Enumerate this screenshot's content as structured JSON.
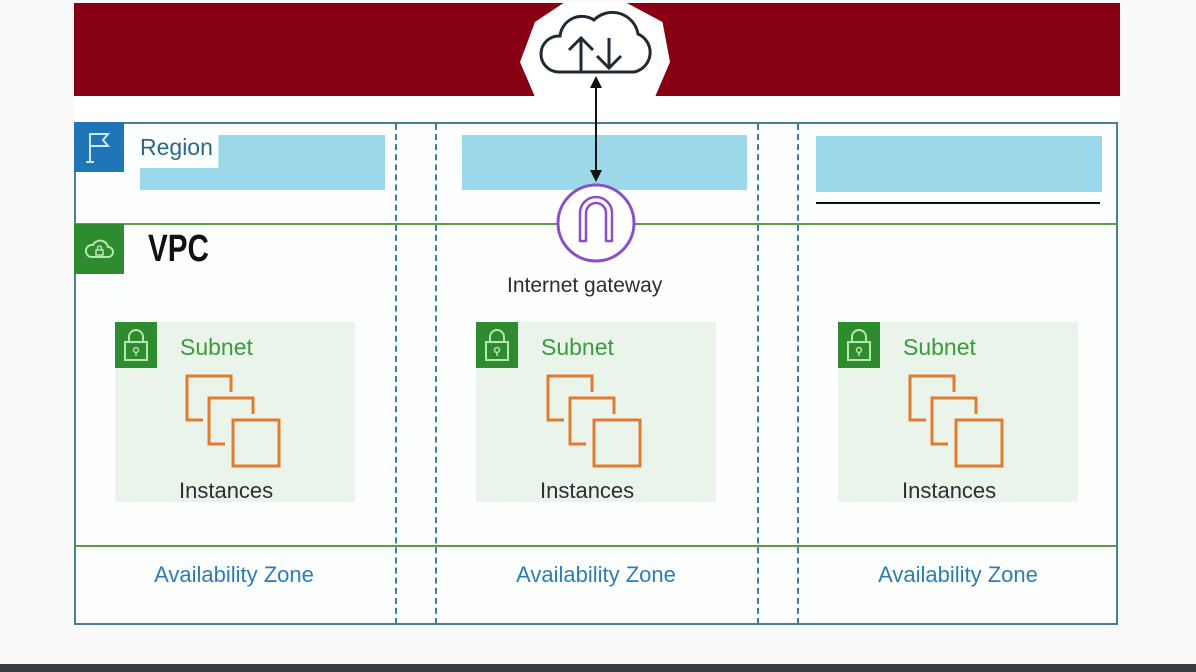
{
  "diagram": {
    "region": {
      "label": "Region",
      "icon": "flag-icon"
    },
    "vpc": {
      "label": "VPC",
      "icon": "cloud-lock-icon"
    },
    "internet": {
      "icon": "cloud-upload-download-icon"
    },
    "gateway": {
      "label": "Internet gateway",
      "icon": "internet-gateway-icon"
    },
    "zones": [
      {
        "subnet_label": "Subnet",
        "instances_label": "Instances",
        "az_label": "Availability Zone"
      },
      {
        "subnet_label": "Subnet",
        "instances_label": "Instances",
        "az_label": "Availability Zone"
      },
      {
        "subnet_label": "Subnet",
        "instances_label": "Instances",
        "az_label": "Availability Zone"
      }
    ],
    "colors": {
      "banner": "#870014",
      "region_accent": "#1f76b7",
      "vpc_accent": "#2e8b2e",
      "subnet_fill": "#ebf4ea",
      "instance_orange": "#e07b30",
      "gateway_purple": "#8c4fc9",
      "az_text": "#2d7db5"
    }
  }
}
